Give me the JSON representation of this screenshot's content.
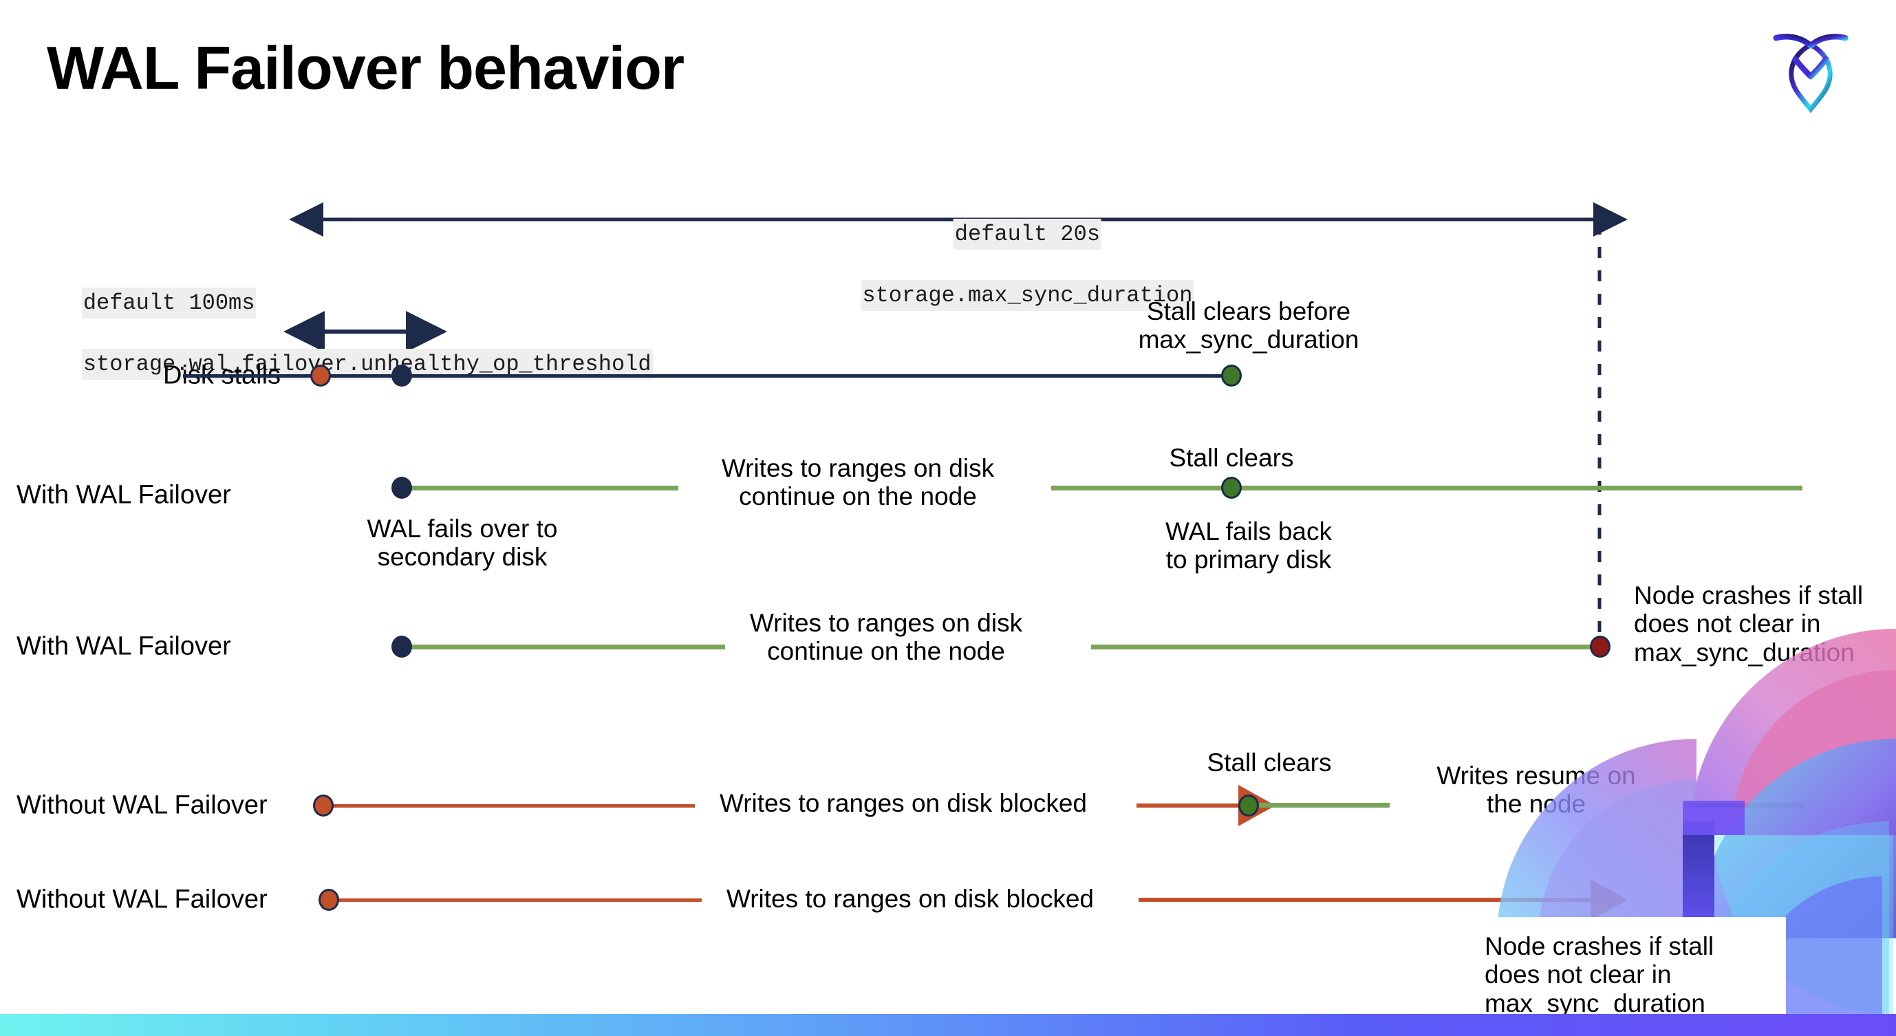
{
  "slide": {
    "title": "WAL Failover behavior",
    "logo_name": "cockroachdb-logo"
  },
  "annotations": {
    "max_sync_duration": {
      "line1": "default 20s",
      "line2": "storage.max_sync_duration"
    },
    "unhealthy_op_threshold": {
      "line1": "default 100ms",
      "line2": "storage.wal_failover.unhealthy_op_threshold"
    }
  },
  "rows": [
    {
      "label": "Disk stalls",
      "notes": [
        "Stall clears before\nmax_sync_duration"
      ]
    },
    {
      "label": "With WAL Failover",
      "notes": [
        "Writes to ranges on disk\ncontinue on the node",
        "Stall clears",
        "WAL fails  back\nto primary disk",
        "WAL fails over to\nsecondary disk"
      ]
    },
    {
      "label": "With WAL Failover",
      "notes": [
        "Writes to ranges on disk\ncontinue on the node",
        "Node crashes if stall\ndoes not clear in\nmax_sync_duration"
      ]
    },
    {
      "label": "Without WAL Failover",
      "notes": [
        "Writes to ranges on disk  blocked",
        "Stall clears",
        "Writes resume on\nthe node"
      ]
    },
    {
      "label": "Without WAL Failover",
      "notes": [
        "Writes to ranges on disk  blocked",
        "Node crashes if stall\ndoes not clear in\nmax_sync_duration"
      ]
    }
  ],
  "colors": {
    "navy": "#1e2a4a",
    "green_line": "#78a55a",
    "green_dot": "#3e7728",
    "orange": "#c2502b",
    "dark_red": "#8e1a15",
    "code_bg": "#eeeeee"
  },
  "markers": {
    "stall_start": "stall-start-marker",
    "failover_start": "failover-start-marker",
    "stall_clear": "stall-clear-marker",
    "node_crash": "node-crash-marker"
  }
}
